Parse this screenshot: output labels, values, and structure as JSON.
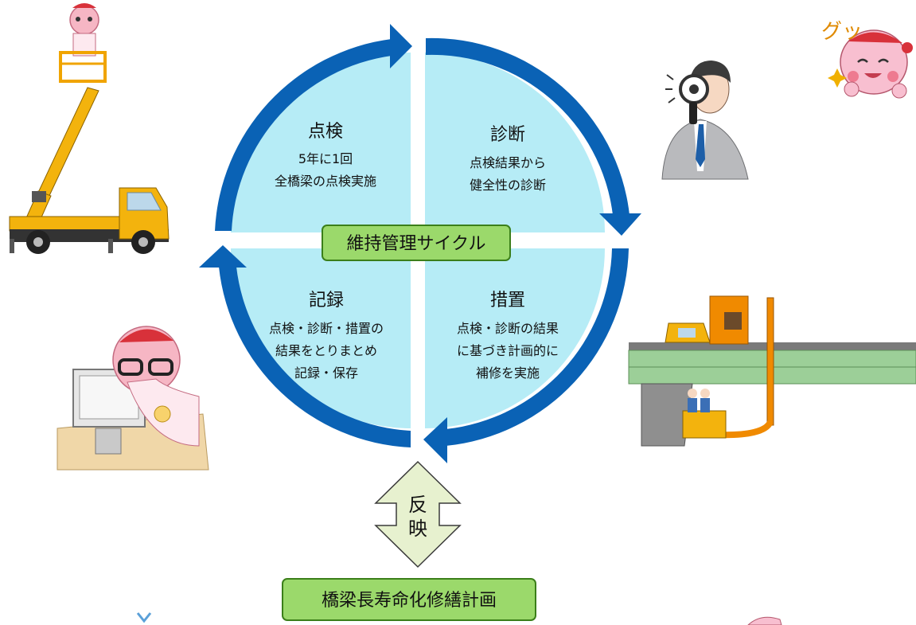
{
  "diagram": {
    "center_label": "維持管理サイクル",
    "quadrants": {
      "inspection": {
        "title": "点検",
        "lines": [
          "5年に1回",
          "全橋梁の点検実施"
        ]
      },
      "diagnosis": {
        "title": "診断",
        "lines": [
          "点検結果から",
          "健全性の診断"
        ]
      },
      "record": {
        "title": "記録",
        "lines": [
          "点検・診断・措置の",
          "結果をとりまとめ",
          "記録・保存"
        ]
      },
      "measures": {
        "title": "措置",
        "lines": [
          "点検・診断の結果",
          "に基づき計画的に",
          "補修を実施"
        ]
      }
    },
    "feedback_arrow_label": [
      "反",
      "映"
    ],
    "plan_label": "橋梁長寿命化修繕計画",
    "mascot_exclaim": "グッ"
  },
  "colors": {
    "quadrant_fill": "#b6ecf6",
    "cycle_arrow": "#0a62b5",
    "label_box_fill": "#9bd96b",
    "label_box_border": "#3b7f1a",
    "feedback_arrow_fill": "#e7f1cf"
  }
}
